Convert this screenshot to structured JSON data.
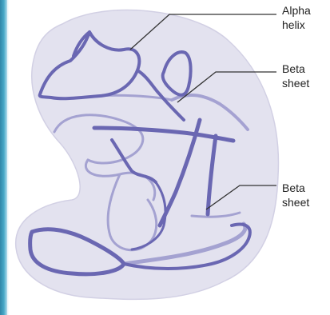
{
  "labels": {
    "alpha_helix": {
      "line1": "Alpha",
      "line2": "helix"
    },
    "beta_sheet_upper": {
      "line1": "Beta",
      "line2": "sheet"
    },
    "beta_sheet_lower": {
      "line1": "Beta",
      "line2": "sheet"
    }
  },
  "colors": {
    "globule_fill": "#e3e2ef",
    "strand_dark": "#6a67b2",
    "strand_light": "#9a97cc",
    "leader_line": "#333333",
    "side_strip": "#48a9c8"
  }
}
